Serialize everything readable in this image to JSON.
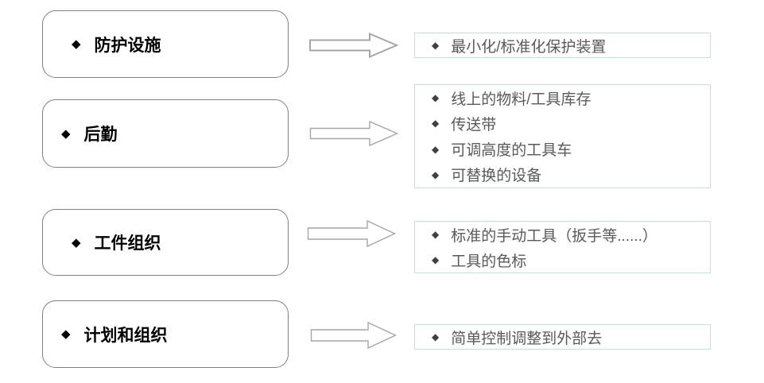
{
  "bullet": "◆",
  "colors": {
    "background": "#ffffff",
    "left_box_border": "#7f7f7f",
    "right_box_border": "#c1e0d8",
    "arrow_outline": "#a6a6a6",
    "left_text": "#000000",
    "right_text": "#595959"
  },
  "rows": [
    {
      "left_label": "防护设施",
      "right_items": [
        "最小化/标准化保护装置"
      ]
    },
    {
      "left_label": "后勤",
      "right_items": [
        "线上的物料/工具库存",
        "传送带",
        "可调高度的工具车",
        "可替换的设备"
      ]
    },
    {
      "left_label": "工件组织",
      "right_items": [
        "标准的手动工具（扳手等......）",
        "工具的色标"
      ]
    },
    {
      "left_label": "计划和组织",
      "right_items": [
        "简单控制调整到外部去"
      ]
    }
  ]
}
